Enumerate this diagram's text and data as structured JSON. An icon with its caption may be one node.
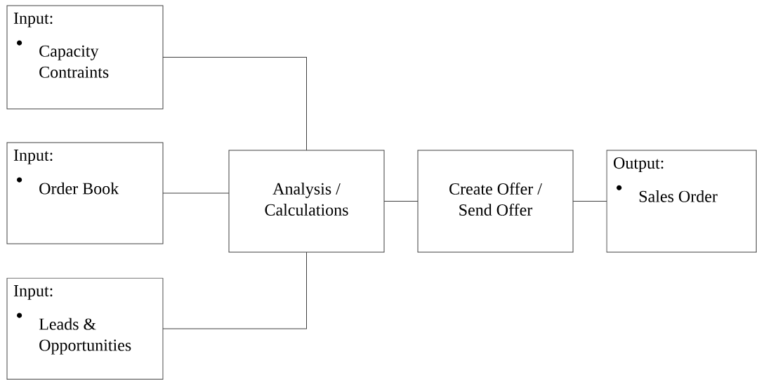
{
  "diagram": {
    "nodes": [
      {
        "text": [
          "Input:",
          "Capacity Contraints"
        ]
      },
      {
        "text": [
          "Input:",
          "Order Book"
        ]
      },
      {
        "text": [
          "Input:",
          "Leads & Opportunities"
        ]
      },
      {
        "text": [
          "Analysis / Calculations"
        ]
      },
      {
        "text": [
          "Create Offer / Send Offer"
        ]
      },
      {
        "text": [
          "Output:",
          "Sales Order"
        ]
      }
    ],
    "edges": [
      {
        "from": 0,
        "to": 3,
        "arrow": "none"
      },
      {
        "from": 1,
        "to": 3,
        "arrow": "none"
      },
      {
        "from": 2,
        "to": 3,
        "arrow": "none"
      },
      {
        "from": 3,
        "to": 4,
        "arrow": "none"
      },
      {
        "from": 4,
        "to": 5,
        "arrow": "none"
      }
    ]
  }
}
